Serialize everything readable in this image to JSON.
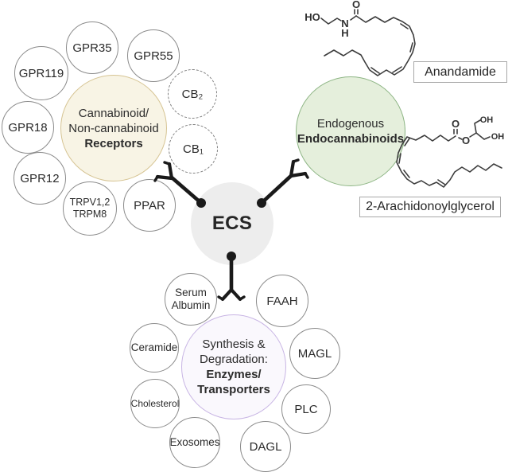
{
  "center": {
    "label": "ECS"
  },
  "receptors": {
    "hub": {
      "line1": "Cannabinoid/",
      "line2": "Non-cannabinoid",
      "line3": "Receptors"
    },
    "nodes": {
      "gpr35": "GPR35",
      "gpr55": "GPR55",
      "gpr119": "GPR119",
      "gpr18": "GPR18",
      "gpr12": "GPR12",
      "trpv": {
        "line1": "TRPV1,2",
        "line2": "TRPM8"
      },
      "ppar": "PPAR",
      "cb2": "CB₂",
      "cb1": "CB₁"
    }
  },
  "endocannabinoids": {
    "hub": {
      "line1": "Endogenous",
      "line2": "Endocannabinoids"
    },
    "anandamide": {
      "label": "Anandamide",
      "atoms": {
        "ho": "HO",
        "o": "O",
        "n": "N",
        "h": "H"
      }
    },
    "arachidonoylglycerol": {
      "label": "2-Arachidonoylglycerol",
      "atoms": {
        "o_carbonyl": "O",
        "o_ester": "O",
        "oh_top": "OH",
        "oh_right": "OH"
      }
    }
  },
  "enzymes": {
    "hub": {
      "line1": "Synthesis &",
      "line2": "Degradation:",
      "line3": "Enzymes/",
      "line4": "Transporters"
    },
    "nodes": {
      "serum_albumin": {
        "line1": "Serum",
        "line2": "Albumin"
      },
      "faah": "FAAH",
      "magl": "MAGL",
      "plc": "PLC",
      "dagl": "DAGL",
      "exosomes": "Exosomes",
      "cholesterol": "Cholesterol",
      "ceramide": "Ceramide"
    }
  },
  "colors": {
    "receptors_hub_fill": "#f8f4e5",
    "receptors_hub_border": "#d6c493",
    "endocannabinoids_hub_fill": "#e5efdc",
    "endocannabinoids_hub_border": "#8db584",
    "enzymes_hub_fill": "#faf8fd",
    "enzymes_hub_border": "#c8b5e4",
    "ecs_fill": "#ededed",
    "node_border": "#8b8b8b",
    "connector": "#1a1a1a",
    "text": "#2b2b2b"
  }
}
